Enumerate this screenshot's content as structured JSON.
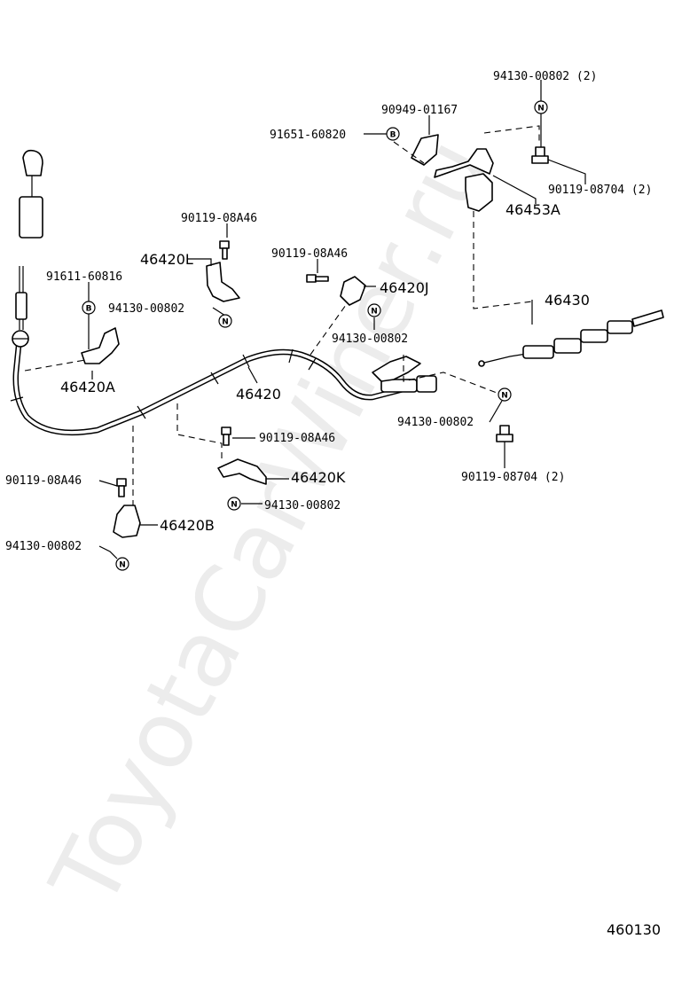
{
  "watermark": "ToyotaCarWiner.ru",
  "figure_number": "460130",
  "labels": {
    "l_94130_top": "94130-00802 (2)",
    "l_90949": "90949-01167",
    "l_91651": "91651-60820",
    "l_90119_08704_upper": "90119-08704 (2)",
    "l_46453A": "46453A",
    "l_90119_a": "90119-08A46",
    "l_46420L": "46420L",
    "l_90119_b": "90119-08A46",
    "l_46420J": "46420J",
    "l_91611": "91611-60816",
    "l_94130_b": "94130-00802",
    "l_94130_c": "94130-00802",
    "l_46430": "46430",
    "l_46420A": "46420A",
    "l_46420": "46420",
    "l_94130_d": "94130-00802",
    "l_90119_c": "90119-08A46",
    "l_90119_08704_lower": "90119-08704 (2)",
    "l_46420K": "46420K",
    "l_90119_d": "90119-08A46",
    "l_94130_e": "94130-00802",
    "l_46420B": "46420B",
    "l_94130_f": "94130-00802"
  },
  "symbols": {
    "nut": "N",
    "bolt_washer": "B"
  }
}
